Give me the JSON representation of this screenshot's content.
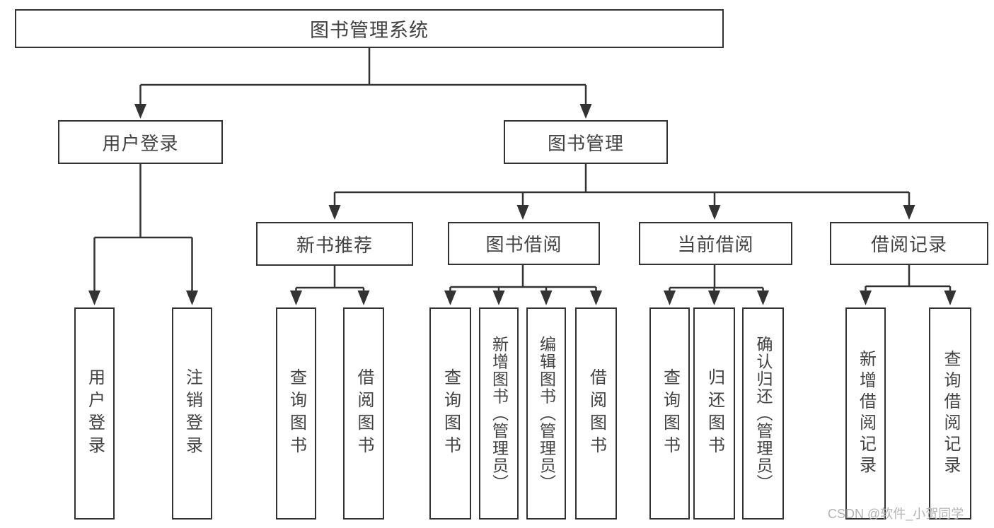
{
  "diagram": {
    "root": {
      "label": "图书管理系统"
    },
    "level2": [
      {
        "label": "用户登录"
      },
      {
        "label": "图书管理"
      }
    ],
    "level3": [
      {
        "label": "新书推荐"
      },
      {
        "label": "图书借阅"
      },
      {
        "label": "当前借阅"
      },
      {
        "label": "借阅记录"
      }
    ],
    "leaves": {
      "user_login": [
        "用户登录",
        "注销登录"
      ],
      "new_books": [
        "查询图书",
        "借阅图书"
      ],
      "book_borrowing": [
        "查询图书",
        "新增图书（管理员）",
        "编辑图书（管理员）",
        "借阅图书"
      ],
      "current_borrowing": [
        "查询图书",
        "归还图书",
        "确认归还（管理员）"
      ],
      "borrowing_records": [
        "新增借阅记录",
        "查询借阅记录"
      ]
    },
    "colors": {
      "line": "#333333",
      "text": "#424242",
      "background": "#ffffff",
      "watermark": "#b3b3b3"
    },
    "watermark": "CSDN @软件_小贺同学"
  }
}
